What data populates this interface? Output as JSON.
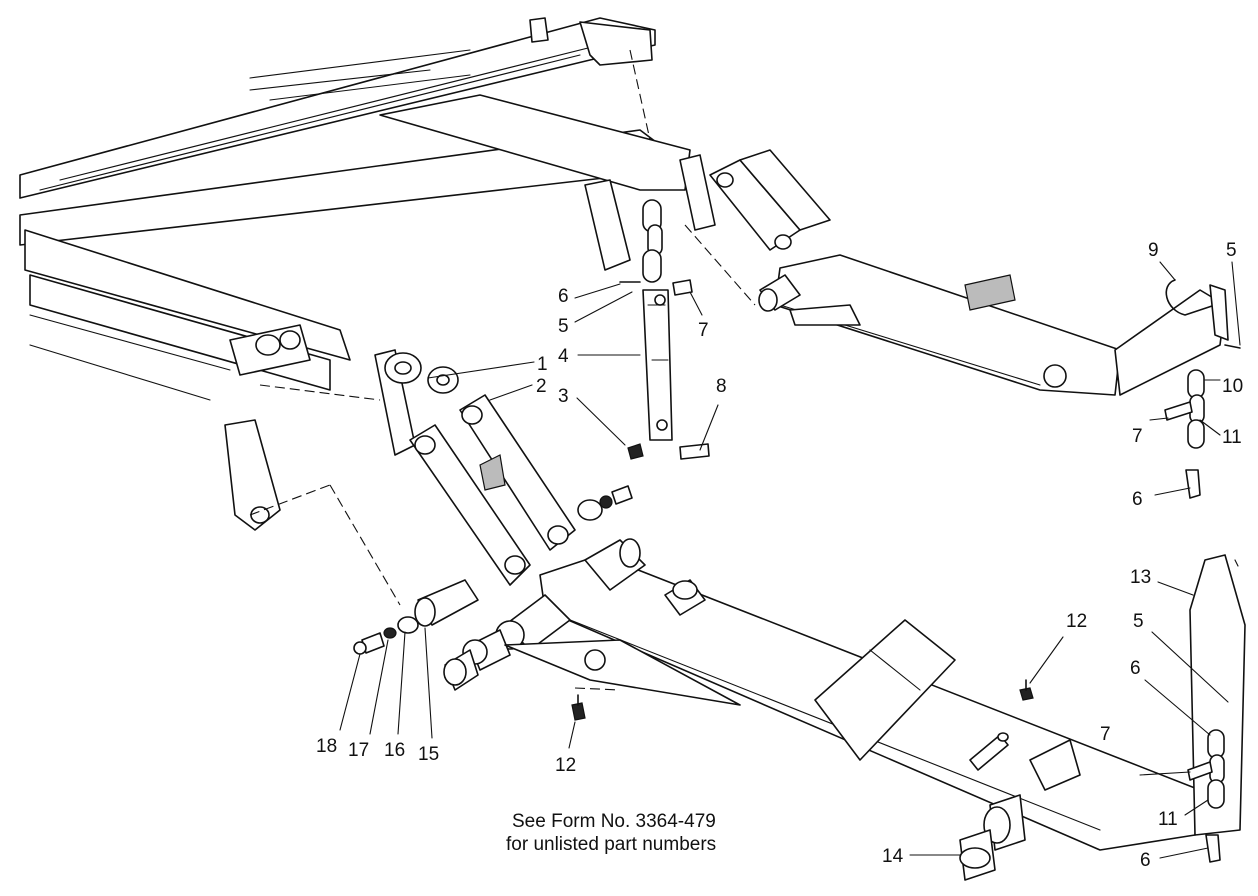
{
  "note": {
    "line1": "See Form No. 3364-479",
    "line2": "for unlisted part numbers"
  },
  "callouts": {
    "c1": "1",
    "c2": "2",
    "c3": "3",
    "c4": "4",
    "c5a": "5",
    "c5b": "5",
    "c5c": "5",
    "c6a": "6",
    "c6b": "6",
    "c6c": "6",
    "c6d": "6",
    "c7a": "7",
    "c7b": "7",
    "c7c": "7",
    "c8": "8",
    "c9": "9",
    "c10": "10",
    "c11a": "11",
    "c11b": "11",
    "c12a": "12",
    "c12b": "12",
    "c13": "13",
    "c14": "14",
    "c15": "15",
    "c16": "16",
    "c17": "17",
    "c18": "18"
  }
}
